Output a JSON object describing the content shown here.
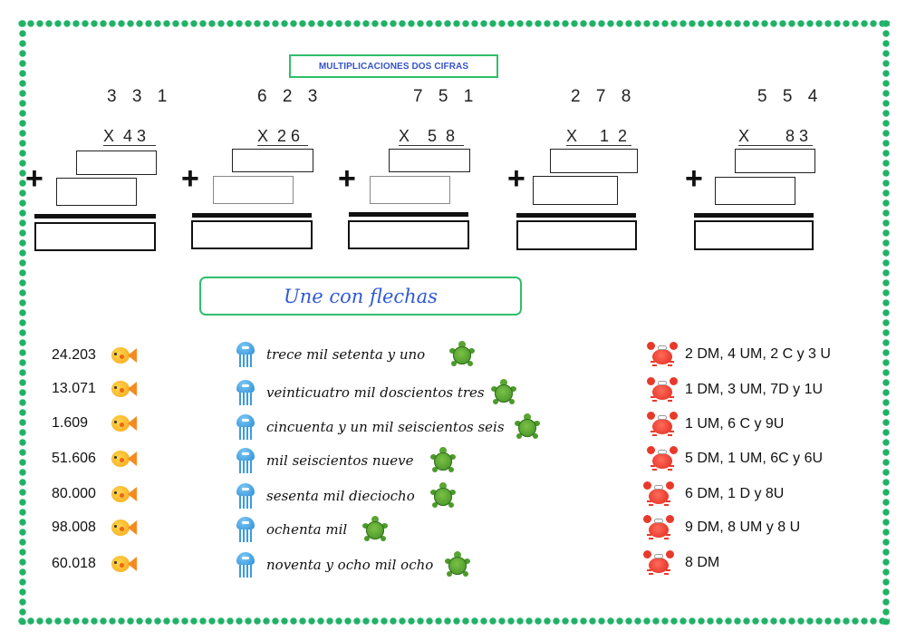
{
  "header": {
    "title": "MULTIPLICACIONES DOS CIFRAS"
  },
  "problems": [
    {
      "multiplicand": "3 3 1",
      "multiplier": "X  4 3"
    },
    {
      "multiplicand": "6 2 3",
      "multiplier": "X  2 6"
    },
    {
      "multiplicand": "7 5 1",
      "multiplier": "X    5  8"
    },
    {
      "multiplicand": "2  7  8",
      "multiplier": "X     1  2"
    },
    {
      "multiplicand": "5 5 4",
      "multiplier": "X        8 3"
    }
  ],
  "symbols": {
    "plus": "+"
  },
  "matching": {
    "title": "Une con flechas",
    "numbers": [
      "24.203",
      "13.071",
      "1.609",
      "51.606",
      "80.000",
      "98.008",
      "60.018"
    ],
    "words": [
      "trece mil setenta y uno",
      "veinticuatro mil doscientos tres",
      "cincuenta y un mil seiscientos seis",
      "mil seiscientos nueve",
      "sesenta mil dieciocho",
      "ochenta mil",
      "noventa y ocho mil ocho"
    ],
    "decompositions": [
      "2 DM, 4 UM, 2 C y 3 U",
      "1 DM, 3 UM, 7D y 1U",
      "1 UM, 6 C y 9U",
      "5 DM, 1 UM, 6C y 6U",
      "6 DM, 1 D y 8U",
      "9 DM, 8 UM y 8 U",
      "8 DM"
    ],
    "icons": {
      "numbers": "fish-icon",
      "words_left": "jellyfish-icon",
      "words_right": "turtle-icon",
      "decompositions": "crab-icon"
    }
  },
  "colors": {
    "frame": "#2fbf6a",
    "title_text": "#3553c9",
    "subtitle_text": "#2f59d6"
  }
}
